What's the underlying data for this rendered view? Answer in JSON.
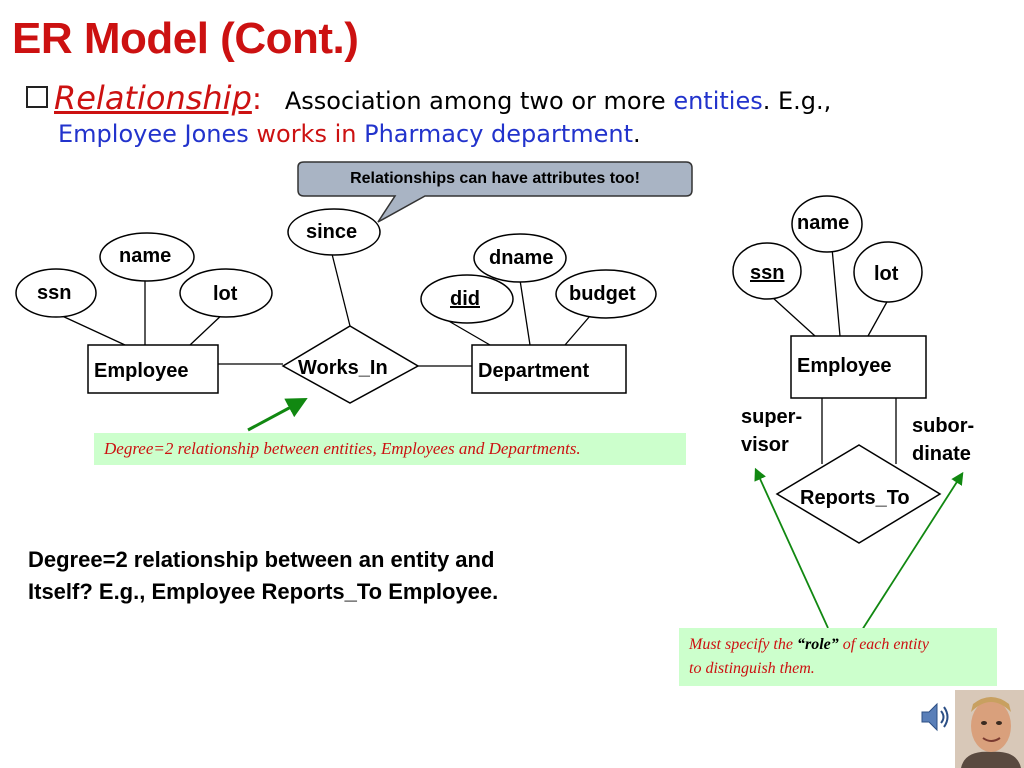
{
  "title": "ER Model (Cont.)",
  "bullet": {
    "term": "Relationship",
    "colon": ":",
    "definition": "Association among two or more ",
    "entities_word": "entities",
    "eg": ".  E.g.,",
    "example_part1": "Employee Jones ",
    "example_part2": "works in ",
    "example_part3": "Pharmacy department",
    "period": "."
  },
  "callout": "Relationships can have attributes too!",
  "diagram1": {
    "entity_employee": "Employee",
    "entity_department": "Department",
    "relationship": "Works_In",
    "attr_ssn": "ssn",
    "attr_name": "name",
    "attr_lot": "lot",
    "attr_since": "since",
    "attr_did": "did",
    "attr_dname": "dname",
    "attr_budget": "budget"
  },
  "note1": "Degree=2 relationship between entities, Employees and Departments.",
  "diagram2": {
    "entity_employee": "Employee",
    "relationship": "Reports_To",
    "attr_ssn": "ssn",
    "attr_name": "name",
    "attr_lot": "lot",
    "role_supervisor_1": "super-",
    "role_supervisor_2": "visor",
    "role_subordinate_1": "subor-",
    "role_subordinate_2": "dinate"
  },
  "bottom_text_line1": "Degree=2 relationship between an entity and",
  "bottom_text_line2": "Itself?  E.g., Employee Reports_To Employee.",
  "note2": {
    "part1": "Must specify the ",
    "role_word": "“role”",
    "part2": " of each entity",
    "line2": "to distinguish them."
  },
  "colors": {
    "title": "#cc1111",
    "accent_blue": "#2233cc",
    "note_bg": "#ccffcc",
    "arrow_green": "#118811",
    "callout_bg": "#a9b4c4"
  },
  "icons": [
    "speaker-icon",
    "presenter-photo"
  ]
}
